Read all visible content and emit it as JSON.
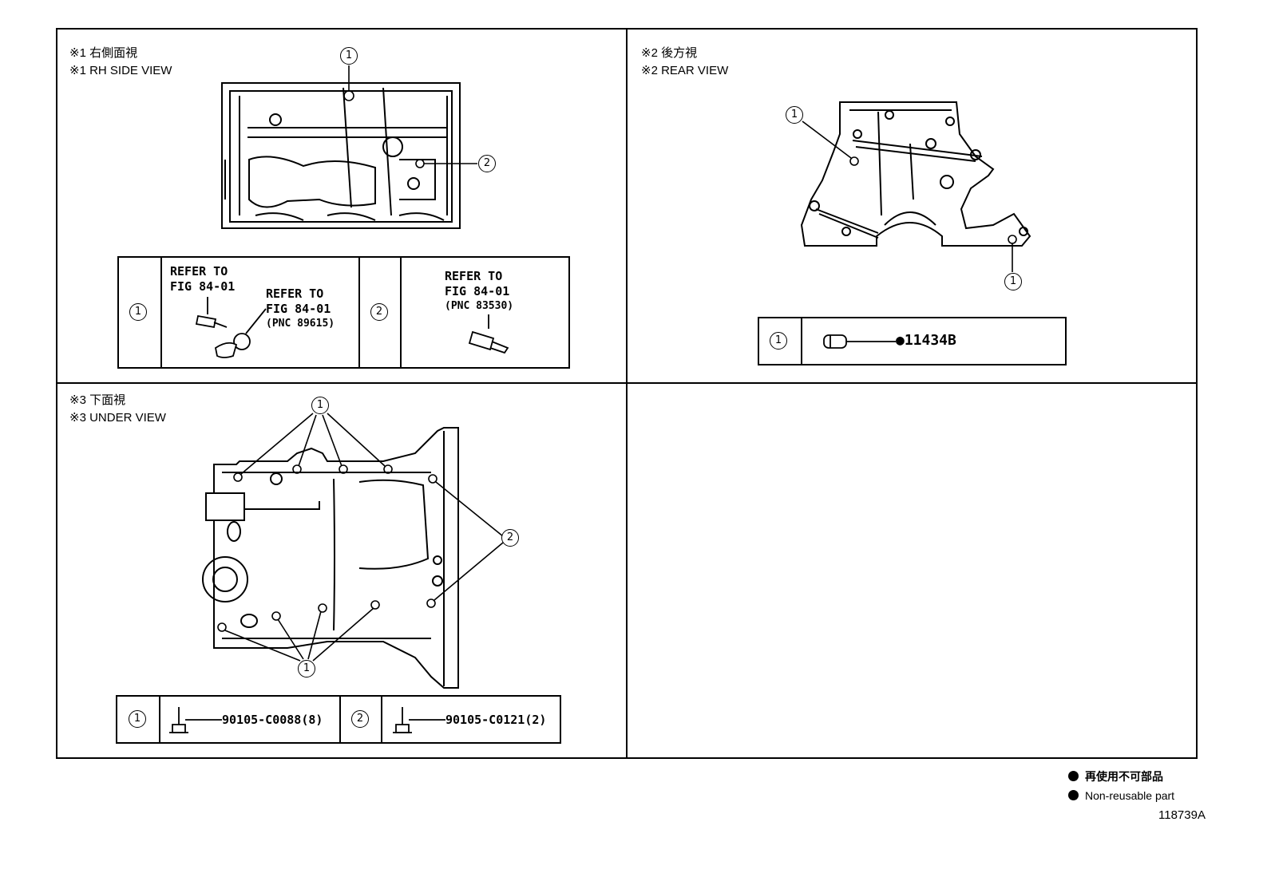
{
  "panels": {
    "rh_side": {
      "title_jp": "※1 右側面視",
      "title_en": "※1 RH SIDE VIEW"
    },
    "rear": {
      "title_jp": "※2 後方視",
      "title_en": "※2 REAR VIEW"
    },
    "under": {
      "title_jp": "※3 下面視",
      "title_en": "※3 UNDER VIEW"
    }
  },
  "callouts": {
    "one": "1",
    "two": "2"
  },
  "rh_table": {
    "item1_refer_a": [
      "REFER TO",
      "FIG 84-01"
    ],
    "item1_refer_b": [
      "REFER TO",
      "FIG 84-01",
      "(PNC 89615)"
    ],
    "item2_refer": [
      "REFER TO",
      "FIG 84-01",
      "(PNC 83530)"
    ]
  },
  "rear_table": {
    "part_1": "●11434B"
  },
  "under_table": {
    "part_1": "90105-C0088(8)",
    "part_2": "90105-C0121(2)"
  },
  "legend": {
    "jp": "再使用不可部品",
    "en": "Non-reusable part"
  },
  "figure_id": "118739A"
}
